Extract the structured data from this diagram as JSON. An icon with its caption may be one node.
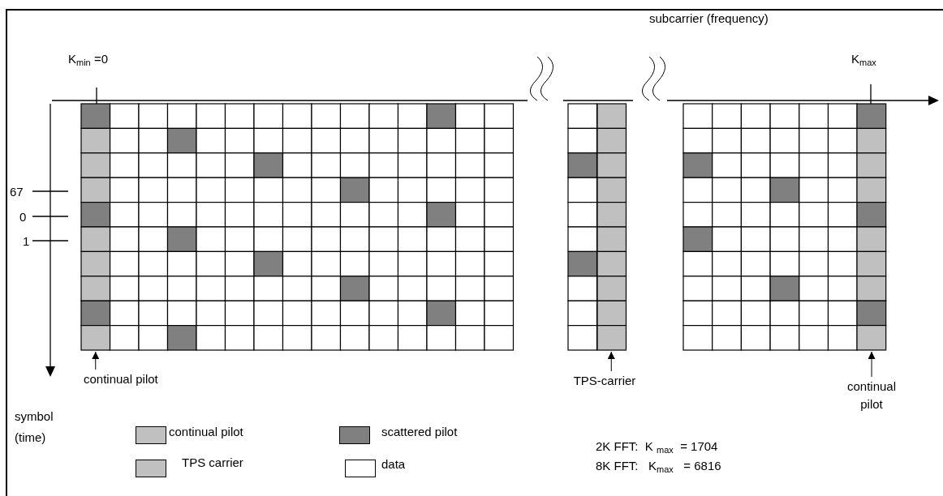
{
  "diagram": {
    "nodes": [
      {
        "text": [],
        "shape": "bar"
      },
      {
        "text": [],
        "shape": "bar"
      },
      {
        "text": [],
        "shape": "bar"
      },
      {
        "text": [
          "continual pilot"
        ]
      },
      {
        "text": [
          "TPS-carrier"
        ]
      },
      {
        "text": [
          "continual pilot"
        ]
      }
    ],
    "edges": [
      {
        "from": 3,
        "to": 0,
        "arrow": "to"
      },
      {
        "from": 4,
        "to": 1,
        "arrow": "to"
      },
      {
        "from": 5,
        "to": 2,
        "arrow": "to"
      }
    ],
    "labels": [
      "subcarrier (frequency)",
      "K$_{min}$ =0",
      "K$_{max}$",
      "67",
      "0",
      "1",
      "symbol (time)",
      "2K FFT:  K $_{max}$  = 1704",
      "8K FFT:   K$_{max}$   = 6816"
    ],
    "legend": [
      {
        "text": "continual pilot",
        "color": "#c0c0c0"
      },
      {
        "text": "scattered pilot",
        "color": "#808080"
      },
      {
        "text": "TPS carrier",
        "color": "#c0c0c0"
      },
      {
        "text": "data",
        "color": "#ffffff"
      }
    ]
  }
}
